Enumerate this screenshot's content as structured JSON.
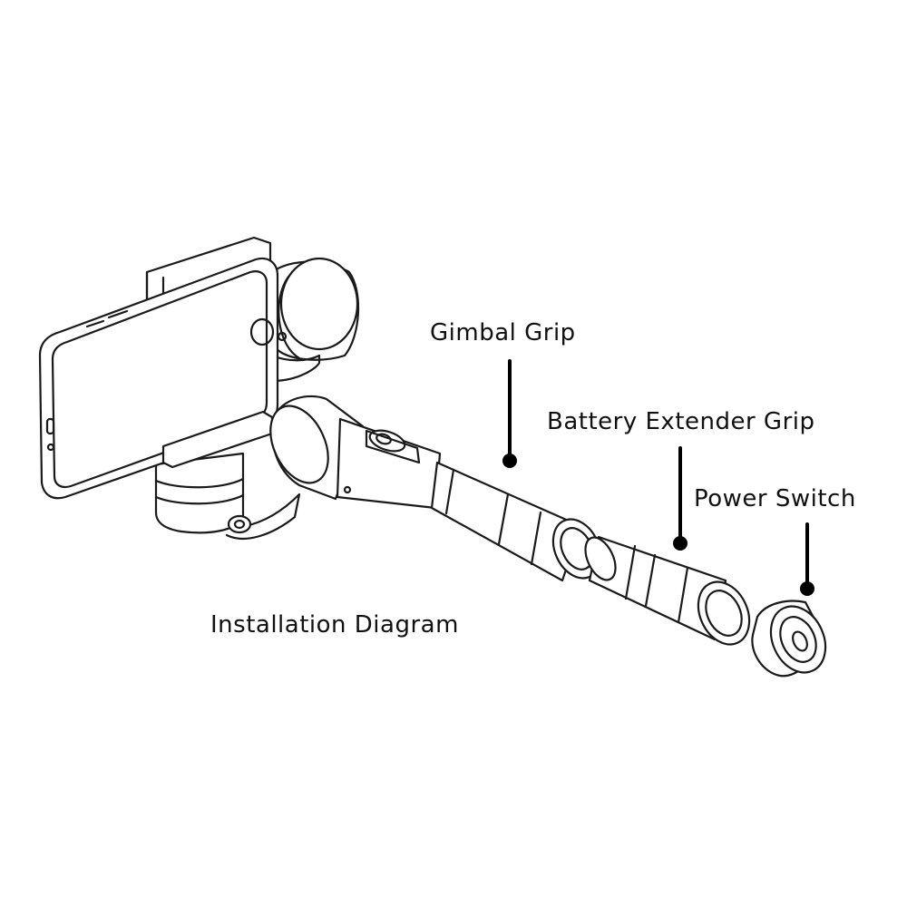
{
  "labels": {
    "gimbal_grip": "Gimbal Grip",
    "battery_extender_grip": "Battery Extender Grip",
    "power_switch": "Power Switch",
    "installation_diagram": "Installation Diagram"
  },
  "colors": {
    "line": "#1a1a1a",
    "callout": "#000000",
    "background": "#ffffff"
  }
}
